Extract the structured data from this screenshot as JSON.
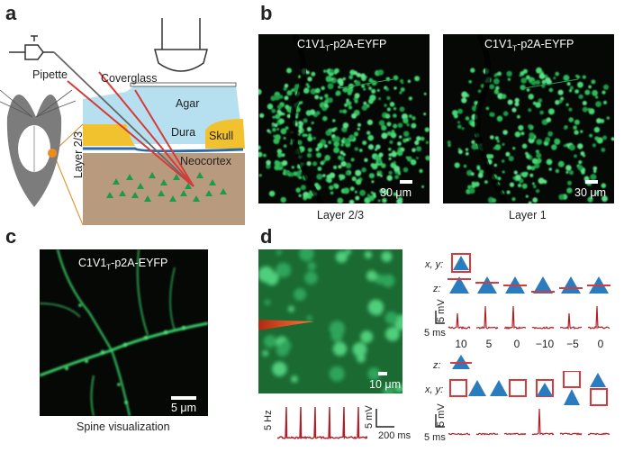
{
  "panels": {
    "a": {
      "letter": "a",
      "labels": {
        "pipette": "Pipette",
        "coverglass": "Coverglass",
        "agar": "Agar",
        "dura": "Dura",
        "skull": "Skull",
        "neocortex": "Neocortex",
        "layer": "Layer 2/3"
      }
    },
    "b": {
      "letter": "b",
      "image_label_main": "C1V1",
      "image_label_sub": "T",
      "image_label_rest": "-p2A-EYFP",
      "scale_label": "30 μm",
      "caption_left": "Layer 2/3",
      "caption_right": "Layer 1"
    },
    "c": {
      "letter": "c",
      "image_label_main": "C1V1",
      "image_label_sub": "T",
      "image_label_rest": "-p2A-EYFP",
      "scale_label": "5 μm",
      "caption": "Spine visualization"
    },
    "d": {
      "letter": "d",
      "scale_label": "10 μm",
      "trace_freq": "5 Hz",
      "trace_scale_mv": "5 mV",
      "trace_scale_ms": "200 ms",
      "xy_label": "x, y:",
      "z_label": "z:",
      "mv_label": "5 mV",
      "ms_label": "5 ms",
      "z_values": [
        "10",
        "5",
        "0",
        "−10",
        "−5",
        "0"
      ],
      "accent_red": "#d63a3a",
      "accent_blue": "#2b7bbf",
      "trace_color": "#b01e24"
    }
  }
}
